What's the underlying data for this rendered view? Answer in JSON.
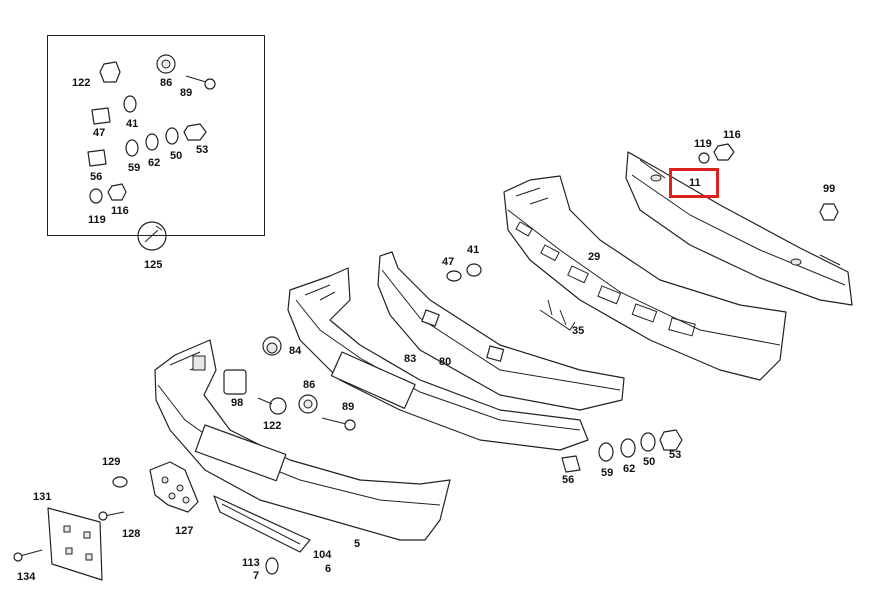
{
  "diagram": {
    "highlight": {
      "label": "11",
      "color": "#e0201c"
    },
    "inset_labels": [
      {
        "id": "i122",
        "text": "122"
      },
      {
        "id": "i86",
        "text": "86"
      },
      {
        "id": "i89",
        "text": "89"
      },
      {
        "id": "i47",
        "text": "47"
      },
      {
        "id": "i41",
        "text": "41"
      },
      {
        "id": "i59",
        "text": "59"
      },
      {
        "id": "i62",
        "text": "62"
      },
      {
        "id": "i50",
        "text": "50"
      },
      {
        "id": "i53",
        "text": "53"
      },
      {
        "id": "i56",
        "text": "56"
      },
      {
        "id": "i119",
        "text": "119"
      },
      {
        "id": "i116",
        "text": "116"
      },
      {
        "id": "i125",
        "text": "125"
      }
    ],
    "part_labels": [
      {
        "id": "p119",
        "text": "119"
      },
      {
        "id": "p116",
        "text": "116"
      },
      {
        "id": "p11",
        "text": "11"
      },
      {
        "id": "p99",
        "text": "99"
      },
      {
        "id": "p29",
        "text": "29"
      },
      {
        "id": "p35",
        "text": "35"
      },
      {
        "id": "p47",
        "text": "47"
      },
      {
        "id": "p41",
        "text": "41"
      },
      {
        "id": "p83",
        "text": "83"
      },
      {
        "id": "p80",
        "text": "80"
      },
      {
        "id": "p84",
        "text": "84"
      },
      {
        "id": "p98",
        "text": "98"
      },
      {
        "id": "p86",
        "text": "86"
      },
      {
        "id": "p89",
        "text": "89"
      },
      {
        "id": "p122",
        "text": "122"
      },
      {
        "id": "p59",
        "text": "59"
      },
      {
        "id": "p62",
        "text": "62"
      },
      {
        "id": "p50",
        "text": "50"
      },
      {
        "id": "p53",
        "text": "53"
      },
      {
        "id": "p56",
        "text": "56"
      },
      {
        "id": "p129",
        "text": "129"
      },
      {
        "id": "p131",
        "text": "131"
      },
      {
        "id": "p128",
        "text": "128"
      },
      {
        "id": "p127",
        "text": "127"
      },
      {
        "id": "p104",
        "text": "104"
      },
      {
        "id": "p5",
        "text": "5"
      },
      {
        "id": "p113",
        "text": "113"
      },
      {
        "id": "p7",
        "text": "7"
      },
      {
        "id": "p6",
        "text": "6"
      },
      {
        "id": "p134",
        "text": "134"
      }
    ]
  }
}
